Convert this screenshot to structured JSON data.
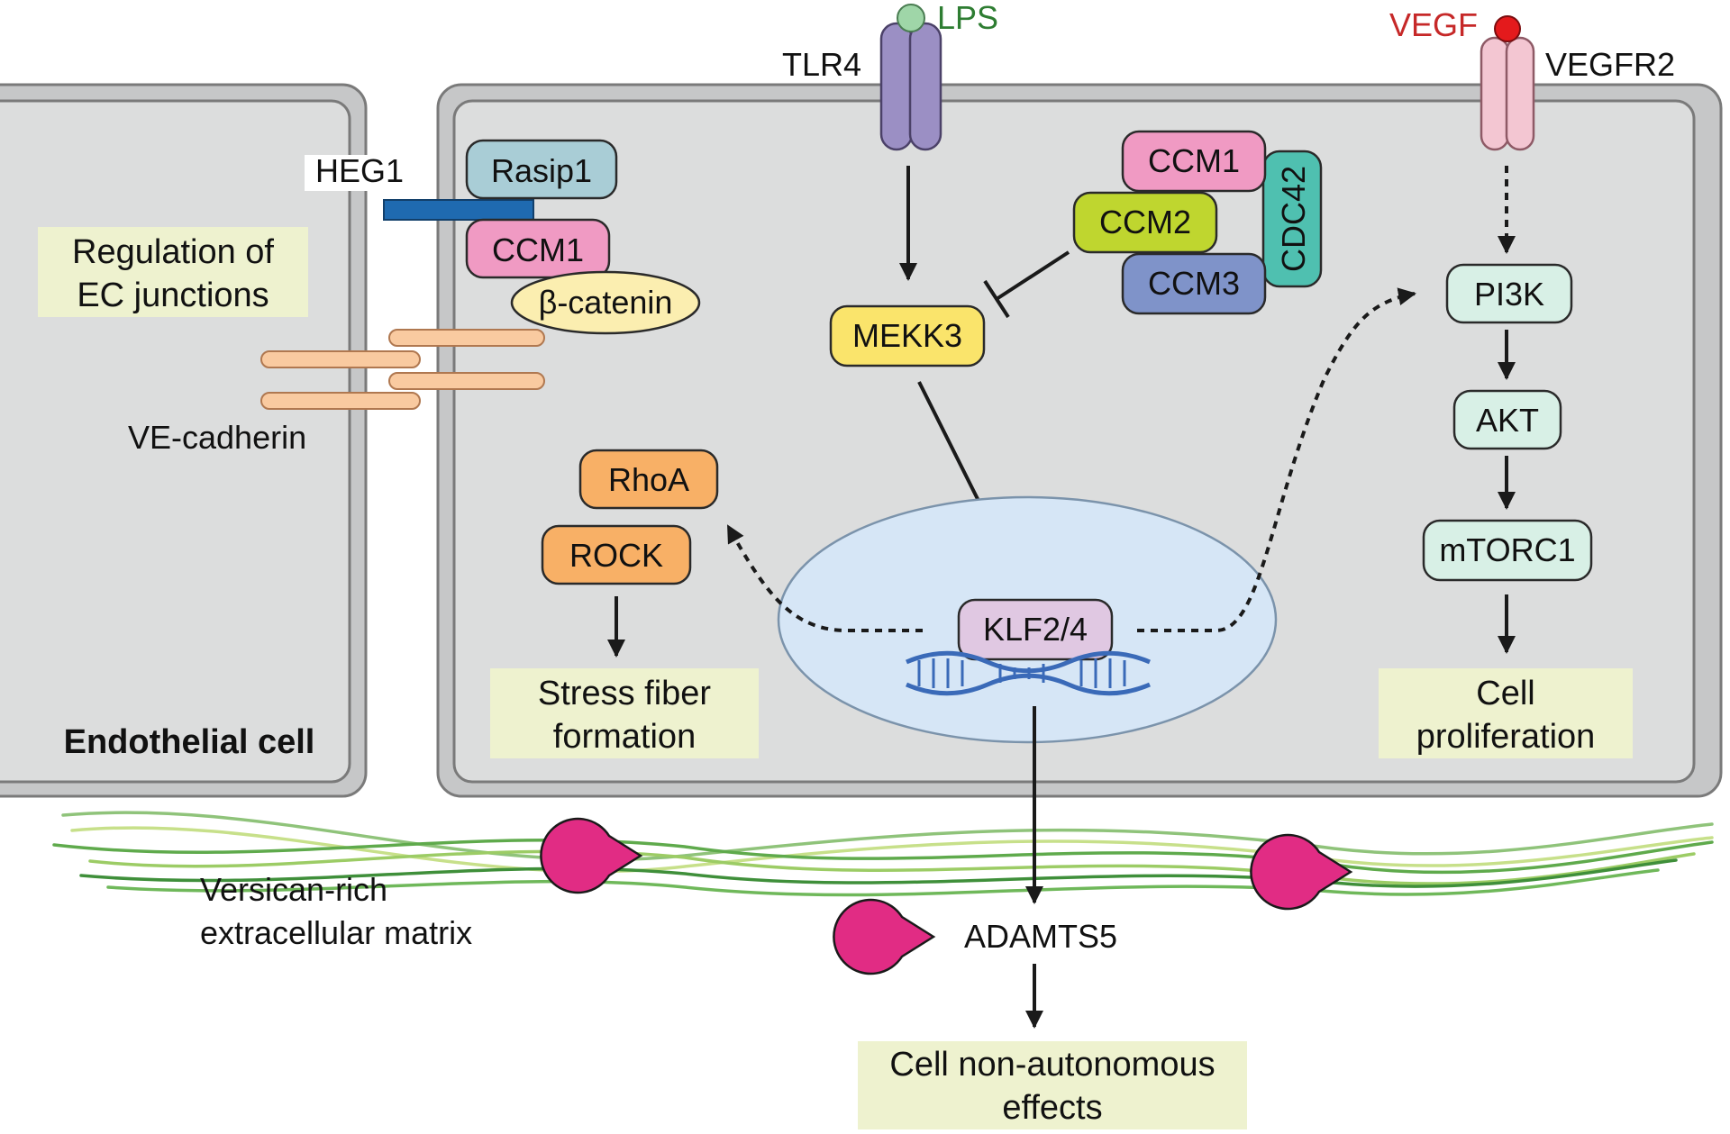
{
  "labels": {
    "lps": "LPS",
    "tlr4": "TLR4",
    "vegf": "VEGF",
    "vegfr2": "VEGFR2",
    "heg1": "HEG1",
    "rasip1": "Rasip1",
    "ccm1_junction": "CCM1",
    "beta_catenin": "β-catenin",
    "ve_cadherin": "VE-cadherin",
    "regulation_line1": "Regulation of",
    "regulation_line2": "EC junctions",
    "endothelial_cell": "Endothelial cell",
    "ccm1_complex": "CCM1",
    "ccm2": "CCM2",
    "ccm3": "CCM3",
    "cdc42": "CDC42",
    "mekk3": "MEKK3",
    "rhoa": "RhoA",
    "rock": "ROCK",
    "stress_line1": "Stress fiber",
    "stress_line2": "formation",
    "klf": "KLF2/4",
    "pi3k": "PI3K",
    "akt": "AKT",
    "mtorc1": "mTORC1",
    "prolif_line1": "Cell",
    "prolif_line2": "proliferation",
    "versican_line1": "Versican-rich",
    "versican_line2": "extracellular matrix",
    "adamts5": "ADAMTS5",
    "nonauto_line1": "Cell non-autonomous",
    "nonauto_line2": "effects"
  },
  "colors": {
    "cell_fill": "#dcdddd",
    "cell_border": "#808080",
    "rasip1": "#a9cdd6",
    "ccm1": "#f09ac3",
    "beta_catenin": "#fbeeb0",
    "heg1_bar": "#1f6ab0",
    "ve_cadherin": "#f9caa0",
    "ccm2": "#bfd62f",
    "ccm3": "#7f93c9",
    "cdc42": "#4fc0b0",
    "mekk3": "#fae46b",
    "rho_rock": "#f8b066",
    "klf": "#e0c8e2",
    "nucleus": "#d6e6f6",
    "pathway_boxes": "#d8f0e6",
    "outcome_boxes": "#eef2cf",
    "tlr4": "#9b8fc4",
    "lps": "#9fd6a8",
    "lps_text": "#2e7d32",
    "vegf": "#e41a1c",
    "vegf_text": "#c62828",
    "vegfr2": "#f3c6d2",
    "adamts5": "#e12c84",
    "matrix_green": "#5faa4c"
  }
}
